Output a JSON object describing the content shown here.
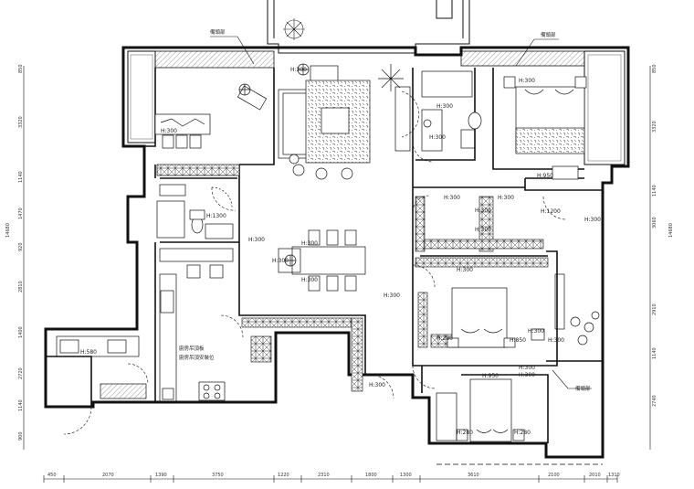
{
  "title": "",
  "top_callouts": [
    "備頭部",
    "備頭部"
  ],
  "side_callout": "備頭部",
  "kitchen_note": [
    "廚房吊頂板",
    "廚房吊頂安裝位"
  ],
  "elevations": {
    "study": "H:300",
    "living": "H:300",
    "dining_1": "H:300",
    "dining_2": "H:300",
    "dining_3": "H:300",
    "dining_4": "H:300",
    "hall": "H:300",
    "corridor": "H:300",
    "bath_main": "H:1300",
    "bath_master_1": "H:300",
    "bath_master_2": "H:300",
    "closet_1": "H:300",
    "closet_2": "H:300",
    "master_1": "H:950",
    "master_2": "H:300",
    "bed2_1": "H:1200",
    "bed2_2": "H:300",
    "bed3_1": "H:300",
    "bed3_2": "H:280",
    "bed3_3": "H:850",
    "bed3_4": "H:300",
    "bed3_5": "H:300",
    "kid_1": "H:950",
    "kid_2": "H:300",
    "kid_3": "H:300",
    "kid_4": "H:280",
    "kid_5": "H:280",
    "utility": "H:300",
    "kitchen": "H:580",
    "entry": "H:300"
  },
  "bottom_dims": [
    "450",
    "2070",
    "1390",
    "3750",
    "1220",
    "2310",
    "1800",
    "1300",
    "3610",
    "2100",
    "2010",
    "1310"
  ],
  "left_dims": [
    "850",
    "3320",
    "1140",
    "1470",
    "920",
    "2810",
    "1400",
    "2720",
    "1140",
    "900"
  ],
  "left_total": "14680",
  "right_dims": [
    "850",
    "3320",
    "1140",
    "3060",
    "2910",
    "1140",
    "2740"
  ],
  "right_total": "14680"
}
